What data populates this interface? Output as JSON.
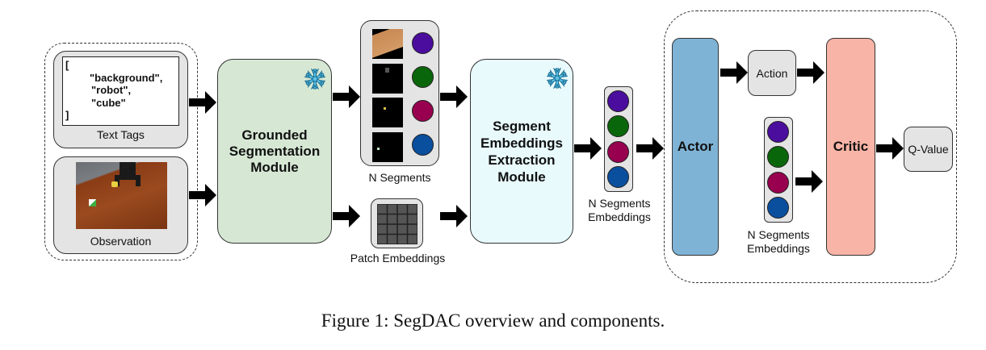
{
  "inputs": {
    "text_tags_content": [
      "[",
      "\"background\",",
      "\"robot\",",
      "\"cube\"",
      "]"
    ],
    "text_tags_label": "Text Tags",
    "observation_label": "Observation"
  },
  "modules": {
    "grounded_segmentation": [
      "Grounded",
      "Segmentation",
      "Module"
    ],
    "segment_embeddings_extraction": [
      "Segment",
      "Embeddings",
      "Extraction",
      "Module"
    ],
    "actor": "Actor",
    "critic": "Critic"
  },
  "outputs": {
    "n_segments_label": "N Segments",
    "patch_embeddings_label": "Patch Embeddings",
    "n_segments_embeddings_label": [
      "N Segments",
      "Embeddings"
    ],
    "action_label": "Action",
    "q_value_label": "Q-Value"
  },
  "segment_colors": [
    "#4b0d9e",
    "#0a660a",
    "#98004f",
    "#0a4e9e"
  ],
  "module_colors": {
    "grounded_segmentation": "#d6e8d4",
    "segment_embeddings_extraction": "#e8fafc",
    "actor": "#7fb3d5",
    "critic": "#f8b4a6"
  },
  "caption": "Figure 1: SegDAC overview and components."
}
